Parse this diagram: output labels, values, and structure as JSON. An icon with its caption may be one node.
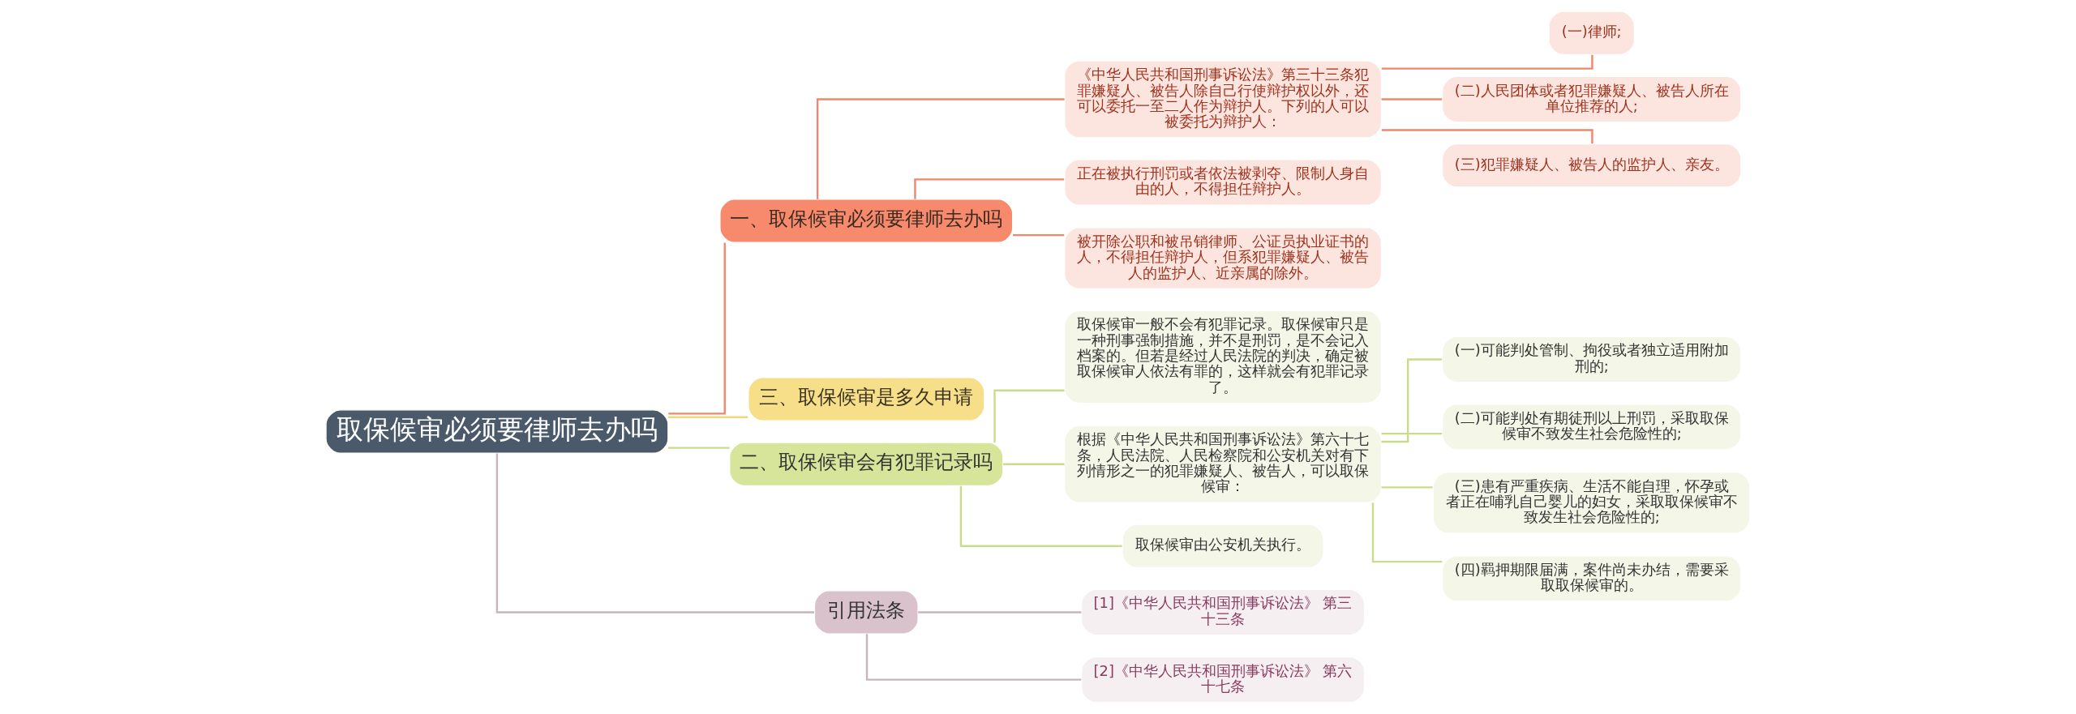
{
  "diagram": {
    "nodes": [
      {
        "text": [
          "取保候审必须要律师去办吗"
        ]
      },
      {
        "text": [
          "一、取保候审必须要律师去办吗"
        ]
      },
      {
        "text": [
          "《中华人民共和国刑事诉讼法》第三十三条犯罪嫌疑人、被告人除自己行使辩护权以外，还可以委托一至二人作为辩护人。下列的人可以被委托为辩护人："
        ]
      },
      {
        "text": [
          "(一)律师;"
        ]
      },
      {
        "text": [
          "(二)人民团体或者犯罪嫌疑人、被告人所在单位推荐的人;"
        ]
      },
      {
        "text": [
          "(三)犯罪嫌疑人、被告人的监护人、亲友。"
        ]
      },
      {
        "text": [
          "正在被执行刑罚或者依法被剥夺、限制人身自由的人，不得担任辩护人。"
        ]
      },
      {
        "text": [
          "被开除公职和被吊销律师、公证员执业证书的人，不得担任辩护人，但系犯罪嫌疑人、被告人的监护人、近亲属的除外。"
        ]
      },
      {
        "text": [
          "三、取保候审是多久申请"
        ]
      },
      {
        "text": [
          "二、取保候审会有犯罪记录吗"
        ]
      },
      {
        "text": [
          "取保候审一般不会有犯罪记录。取保候审只是一种刑事强制措施，并不是刑罚，是不会记入档案的。但若是经过人民法院的判决，确定被取保候审人依法有罪的，这样就会有犯罪记录了。"
        ]
      },
      {
        "text": [
          "根据《中华人民共和国刑事诉讼法》第六十七条，人民法院、人民检察院和公安机关对有下列情形之一的犯罪嫌疑人、被告人，可以取保候审："
        ]
      },
      {
        "text": [
          "(一)可能判处管制、拘役或者独立适用附加刑的;"
        ]
      },
      {
        "text": [
          "(二)可能判处有期徒刑以上刑罚，采取取保候审不致发生社会危险性的;"
        ]
      },
      {
        "text": [
          "(三)患有严重疾病、生活不能自理，怀孕或者正在哺乳自己婴儿的妇女，采取取保候审不致发生社会危险性的;"
        ]
      },
      {
        "text": [
          "(四)羁押期限届满，案件尚未办结，需要采取取保候审的。"
        ]
      },
      {
        "text": [
          "取保候审由公安机关执行。"
        ]
      },
      {
        "text": [
          "引用法条"
        ]
      },
      {
        "text": [
          "[1]《中华人民共和国刑事诉讼法》 第三十三条"
        ]
      },
      {
        "text": [
          "[2]《中华人民共和国刑事诉讼法》 第六十七条"
        ]
      }
    ],
    "edges": [
      {
        "from": 0,
        "to": 1,
        "arrow": "none",
        "color": "#f0866a"
      },
      {
        "from": 1,
        "to": 2,
        "arrow": "none",
        "color": "#f0866a"
      },
      {
        "from": 2,
        "to": 3,
        "arrow": "none",
        "color": "#f0866a"
      },
      {
        "from": 2,
        "to": 4,
        "arrow": "none",
        "color": "#f0866a"
      },
      {
        "from": 2,
        "to": 5,
        "arrow": "none",
        "color": "#f0866a"
      },
      {
        "from": 1,
        "to": 6,
        "arrow": "none",
        "color": "#f0866a"
      },
      {
        "from": 1,
        "to": 7,
        "arrow": "none",
        "color": "#f0866a"
      },
      {
        "from": 0,
        "to": 8,
        "arrow": "none",
        "color": "#f3d77f"
      },
      {
        "from": 0,
        "to": 9,
        "arrow": "none"
      },
      {
        "from": 9,
        "to": 10,
        "arrow": "none"
      },
      {
        "from": 9,
        "to": 11,
        "arrow": "none"
      },
      {
        "from": 11,
        "to": 12,
        "arrow": "none"
      },
      {
        "from": 11,
        "to": 13,
        "arrow": "none"
      },
      {
        "from": 11,
        "to": 14,
        "arrow": "none"
      },
      {
        "from": 11,
        "to": 15,
        "arrow": "none"
      },
      {
        "from": 9,
        "to": 16,
        "arrow": "none"
      },
      {
        "from": 0,
        "to": 17,
        "arrow": "none",
        "color": "#c9b3bd"
      },
      {
        "from": 17,
        "to": 18,
        "arrow": "none",
        "color": "#c9b3bd"
      },
      {
        "from": 17,
        "to": 19,
        "arrow": "none",
        "color": "#c9b3bd"
      }
    ]
  }
}
